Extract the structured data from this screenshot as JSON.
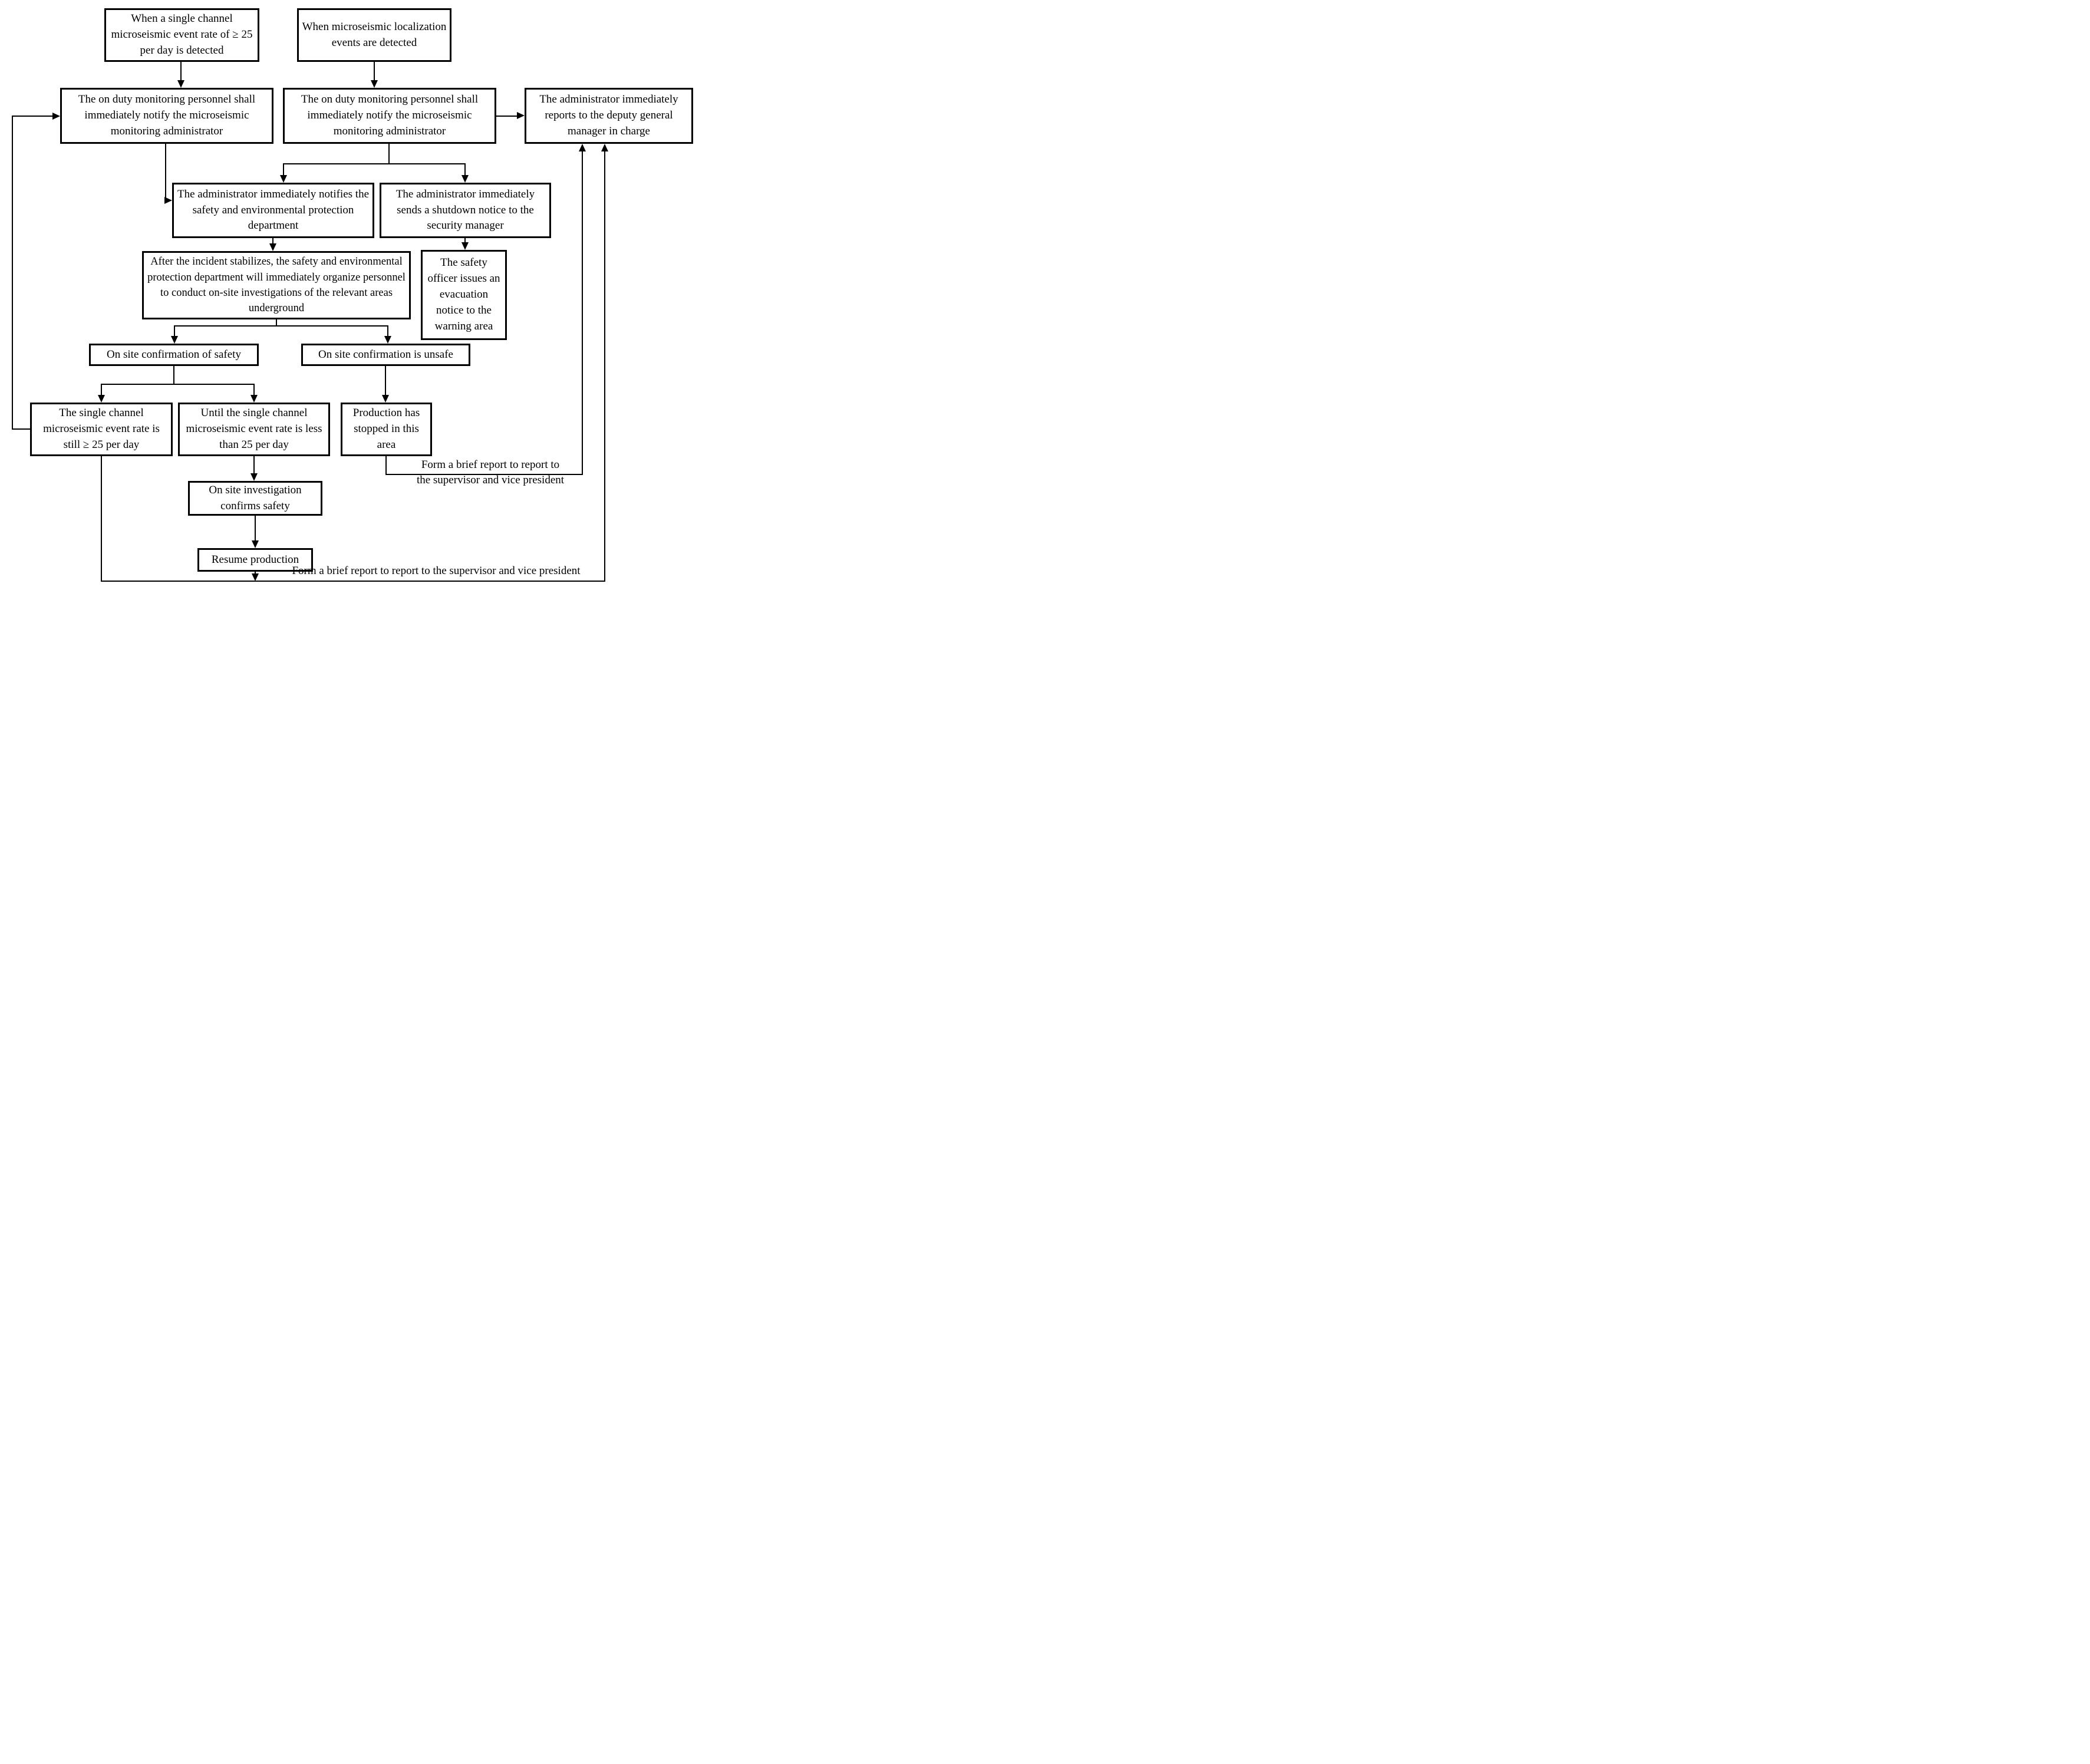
{
  "nodes": {
    "single_channel_detected": "When a single channel microseismic event rate of ≥ 25 per day is detected",
    "localization_detected": "When microseismic localization events are detected",
    "notify_admin_1": "The on duty monitoring personnel shall immediately notify the microseismic monitoring administrator",
    "notify_admin_2": "The on duty monitoring personnel shall immediately notify the microseismic monitoring administrator",
    "report_deputy": "The administrator immediately reports to the deputy general manager in charge",
    "notify_safety_dept": "The administrator immediately notifies the safety and environmental protection department",
    "shutdown_notice": "The administrator immediately sends a shutdown notice to the security manager",
    "onsite_investigation": "After the incident stabilizes, the safety and environmental protection department will immediately organize personnel to conduct on-site investigations of the relevant areas underground",
    "evacuation_notice": "The safety officer issues an evacuation notice to the warning area",
    "confirm_safe": "On site confirmation of safety",
    "confirm_unsafe": "On site confirmation is unsafe",
    "rate_still_high": "The single channel microseismic event rate is still ≥ 25 per day",
    "rate_below": "Until the single channel microseismic event rate is less than 25 per day",
    "production_stopped": "Production has stopped in this area",
    "investigation_confirms": "On site investigation confirms safety",
    "resume_production": "Resume production"
  },
  "labels": {
    "report_note_right_line1": "Form a brief report to report to",
    "report_note_right_line2": "the supervisor and vice president",
    "report_note_bottom": "Form a brief report to report to the supervisor and vice president"
  },
  "colors": {
    "line": "#000000",
    "background": "#ffffff"
  }
}
